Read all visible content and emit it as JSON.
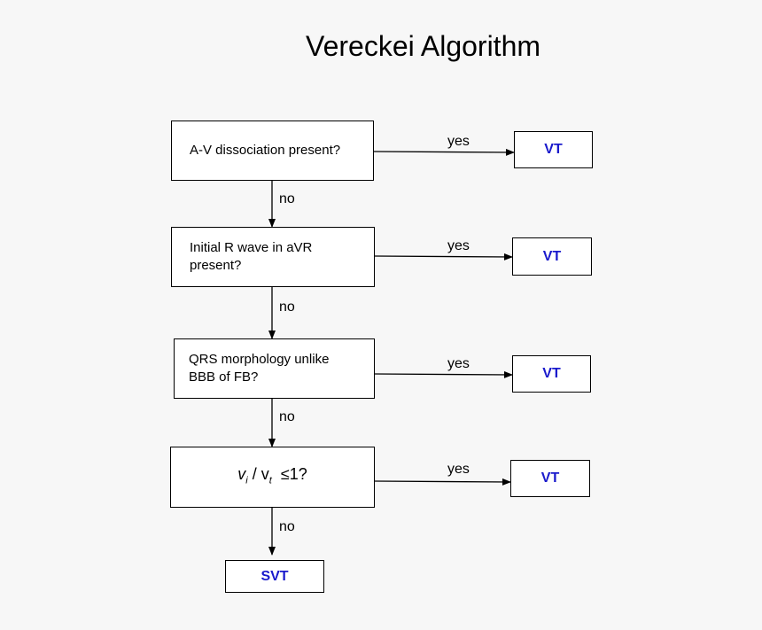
{
  "title": "Vereckei Algorithm",
  "colors": {
    "result_text": "#1a1acc",
    "line": "#000000"
  },
  "steps": [
    {
      "question": "A-V dissociation present?",
      "yes_label": "yes",
      "result": "VT",
      "no_label": "no"
    },
    {
      "question": "Initial R wave in aVR present?",
      "yes_label": "yes",
      "result": "VT",
      "no_label": "no"
    },
    {
      "question": "QRS morphology unlike BBB of FB?",
      "yes_label": "yes",
      "result": "VT",
      "no_label": "no"
    },
    {
      "question_parts": {
        "v1": "v",
        "sub1": "i",
        "sep": "/ v",
        "sub2": "t",
        "tail": "≤1?"
      },
      "yes_label": "yes",
      "result": "VT",
      "no_label": "no"
    }
  ],
  "final": "SVT"
}
